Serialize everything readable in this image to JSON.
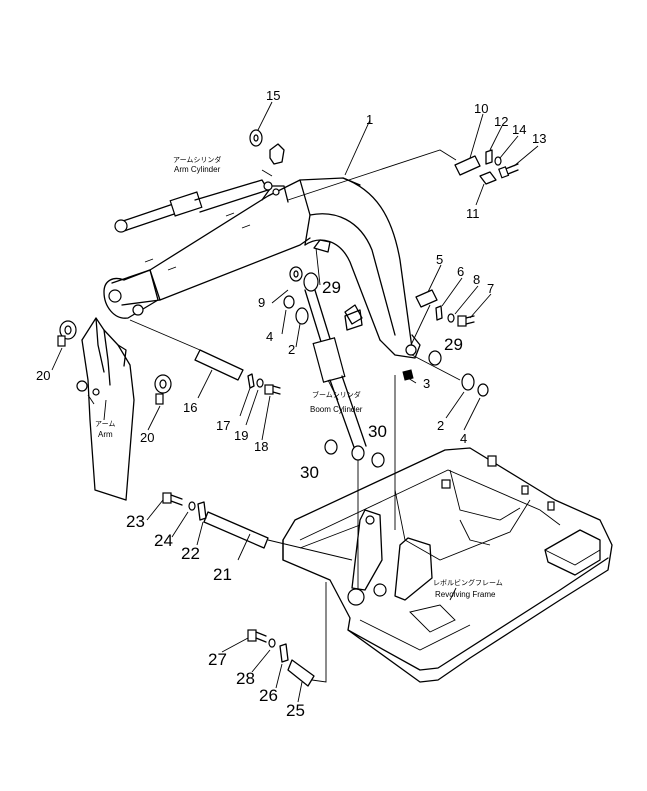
{
  "callouts": {
    "c1": "1",
    "c2a": "2",
    "c2b": "2",
    "c3": "3",
    "c4a": "4",
    "c4b": "4",
    "c5": "5",
    "c6": "6",
    "c7": "7",
    "c8": "8",
    "c9": "9",
    "c10": "10",
    "c11": "11",
    "c12": "12",
    "c13": "13",
    "c14": "14",
    "c15": "15",
    "c16": "16",
    "c17": "17",
    "c18": "18",
    "c19": "19",
    "c20a": "20",
    "c20b": "20",
    "c21": "21",
    "c22": "22",
    "c23": "23",
    "c24": "24",
    "c25": "25",
    "c26": "26",
    "c27": "27",
    "c28": "28",
    "c29a": "29",
    "c29b": "29",
    "c30a": "30",
    "c30b": "30"
  },
  "labels": {
    "arm_cylinder_jp": "アームシリンダ",
    "arm_cylinder_en": "Arm Cylinder",
    "boom_cylinder_jp": "ブームシリンダ",
    "boom_cylinder_en": "Boom Cylinder",
    "arm_jp": "アーム",
    "arm_en": "Arm",
    "revolving_frame_jp": "レボルビングフレーム",
    "revolving_frame_en": "Revolving Frame"
  }
}
